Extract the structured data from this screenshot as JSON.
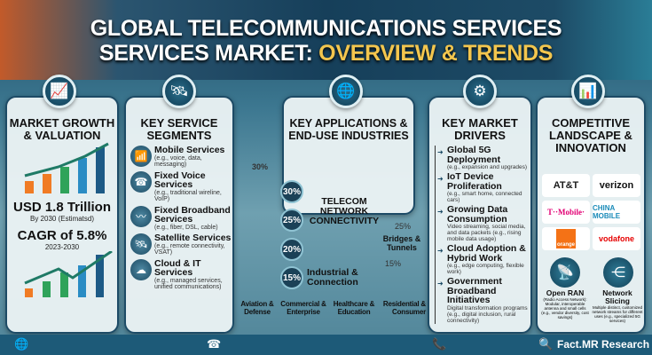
{
  "header": {
    "title_line1": "GLOBAL TELECOMMUNICATIONS SERVICES",
    "title_line2_white": "SERVICES MARKET:",
    "title_line2_highlight": "OVERVIEW & TRENDS"
  },
  "growth": {
    "heading": "MARKET GROWTH & VALUATION",
    "value": "USD 1.8 Trillion",
    "value_note": "By 2030 (Estimatsd)",
    "cagr": "CAGR of 5.8%",
    "cagr_period": "2023-2030"
  },
  "segments": {
    "heading": "KEY SERVICE SEGMENTS",
    "items": [
      {
        "title": "Mobile Services",
        "sub": "(e.g., voice, data, messaging)",
        "icon": "cell-tower-icon"
      },
      {
        "title": "Fixed Voice Services",
        "sub": "(e.g., traditional wireline, VoIP)",
        "icon": "telephone-icon"
      },
      {
        "title": "Fixed Broadband Services",
        "sub": "(e.g., fiber, DSL, cable)",
        "icon": "cable-icon"
      },
      {
        "title": "Satellite Services",
        "sub": "(e.g., remote connectivity, VSAT)",
        "icon": "satellite-icon"
      },
      {
        "title": "Cloud & IT Services",
        "sub": "(e.g., managed services, unified communications)",
        "icon": "cloud-icon"
      }
    ]
  },
  "applications": {
    "heading": "KEY APPLICATIONS & END-USE INDUSTRIES",
    "center": "TELECOM NETWORK CONNECTIVITY",
    "percents": [
      "30%",
      "25%",
      "20%",
      "15%"
    ],
    "side_labels": [
      "30%",
      "25%",
      "15%"
    ],
    "bridges": "Bridges & Tunnels",
    "industrial": "Industrial & Connection",
    "industries": [
      "Aviation & Defense",
      "Commercial & Enterprise",
      "Healthcare & Education",
      "Residential & Consumer"
    ]
  },
  "drivers": {
    "heading": "KEY MARKET DRIVERS",
    "items": [
      {
        "title": "Global 5G Deployment",
        "sub": "(e.g., expansion and upgrades)"
      },
      {
        "title": "IoT Device Proliferation",
        "sub": "(e.g., smart home, connected cars)"
      },
      {
        "title": "Growing Data Consumption",
        "sub": "Video streaming, social media, and data packets (e.g., rising mobile data usage)"
      },
      {
        "title": "Cloud Adoption & Hybrid Work",
        "sub": "(e.g., edge computing, flexible work)"
      },
      {
        "title": "Government Broadband Initiatives",
        "sub": "Digital transformation programs (e.g., digital inclusion, rural connectivity)"
      }
    ]
  },
  "competitive": {
    "heading": "COMPETITIVE LANDSCAPE & INNOVATION",
    "logos": [
      "AT&T",
      "verizon",
      "T··Mobile·",
      "CHINA MOBILE",
      "orange",
      "vodafone"
    ],
    "innovations": [
      {
        "title": "Open RAN",
        "sub": "(Radio Access Network): Modular, interoperable antenna and small cells (e.g., vendor diversity, cost savings)"
      },
      {
        "title": "Network Slicing",
        "sub": "Multiple distinct, customized network streams for different uses (e.g., specialized 5G services)"
      }
    ]
  },
  "footer": {
    "brand": "Fact.MR Research"
  },
  "colors": {
    "header": "#163f5a",
    "accent": "#f3c64e",
    "footer": "#1d5a78"
  }
}
